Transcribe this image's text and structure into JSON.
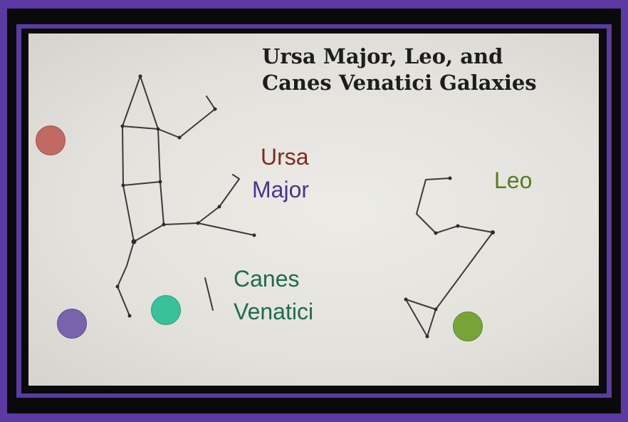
{
  "title_line1": "Ursa Major, Leo, and",
  "title_line2": "Canes Venatici Galaxies",
  "labels": {
    "ursa_major_line1": "Ursa",
    "ursa_major_line2": "Major",
    "leo": "Leo",
    "canes_venatici_line1": "Canes",
    "canes_venatici_line2": "Venatici"
  },
  "colors": {
    "frame_purple": "#5b3aa3",
    "ursa_dot": "#c06a63",
    "purple_dot": "#7a63ad",
    "canes_dot": "#38c19a",
    "leo_dot": "#78a437"
  }
}
